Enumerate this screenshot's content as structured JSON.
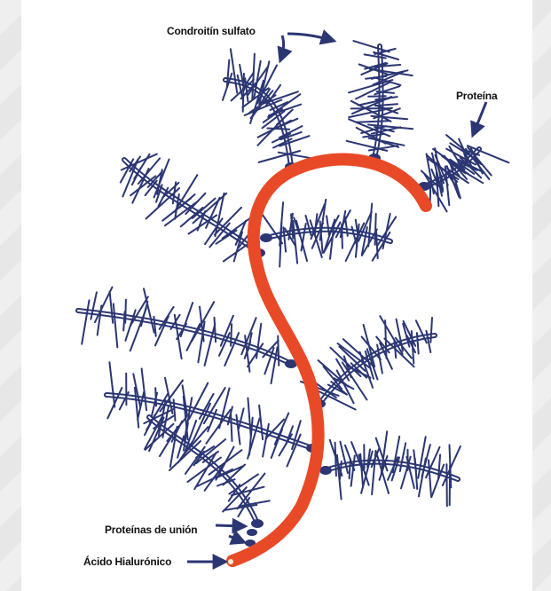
{
  "diagram": {
    "labels": {
      "condroitin": "Condroitín sulfato",
      "proteina": "Proteína",
      "proteinas_union": "Proteínas de unión",
      "acido_hialuronico": "Ácido Hialurónico"
    },
    "colors": {
      "strand": "#2b3673",
      "backbone": "#e84a27",
      "background": "#ffffff"
    }
  }
}
